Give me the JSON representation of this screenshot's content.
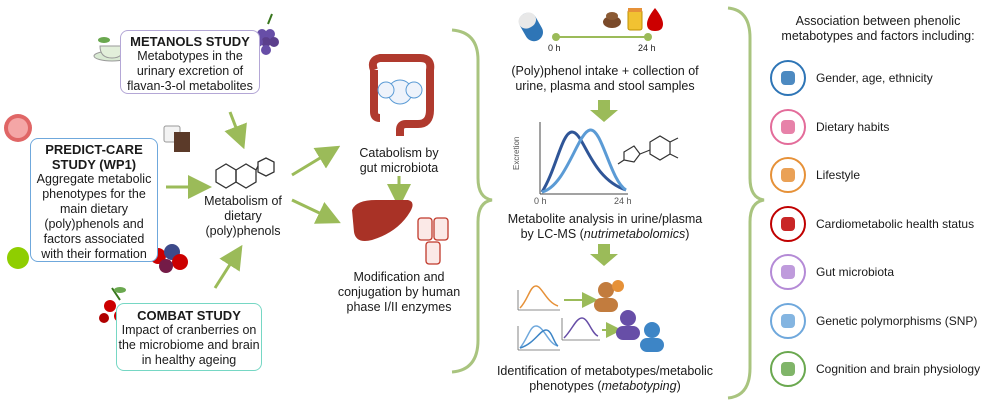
{
  "studies": {
    "metanols": {
      "title": "METANOLS STUDY",
      "desc": "Metabotypes in the urinary excretion of flavan-3-ol metabolites"
    },
    "predict": {
      "title": "PREDICT-CARE STUDY (WP1)",
      "desc": "Aggregate metabolic phenotypes for the main dietary (poly)phenols and factors associated with their formation"
    },
    "combat": {
      "title": "COMBAT STUDY",
      "desc": "Impact of cranberries on the microbiome and brain in healthy ageing"
    }
  },
  "metabolism": {
    "dietary": "Metabolism of dietary (poly)phenols",
    "catabolism": "Catabolism by gut microbiota",
    "modification": "Modification and conjugation by human phase I/II enzymes"
  },
  "workflow": {
    "time_start": "0 h",
    "time_end": "24 h",
    "intake": "(Poly)phenol intake + collection of urine, plasma and stool samples",
    "analysis_pre": "Metabolite analysis in urine/plasma by LC-MS (",
    "analysis_em": "nutrimetabolomics",
    "analysis_post": ")",
    "chart_ylabel": "Excretion",
    "identification_pre": "Identification of metabotypes/metabolic phenotypes (",
    "identification_em": "metabotyping",
    "identification_post": ")"
  },
  "association": {
    "heading": "Association between phenolic metabotypes and factors including:",
    "factors": [
      {
        "label": "Gender, age, ethnicity",
        "icon": "person-info-icon",
        "color": "#2e75b6"
      },
      {
        "label": "Dietary habits",
        "icon": "plate-cutlery-icon",
        "color": "#e36c9a"
      },
      {
        "label": "Lifestyle",
        "icon": "clipboard-icon",
        "color": "#e69138"
      },
      {
        "label": "Cardiometabolic health status",
        "icon": "heart-pulse-icon",
        "color": "#c00000"
      },
      {
        "label": "Gut microbiota",
        "icon": "bacteria-icon",
        "color": "#b48ad6"
      },
      {
        "label": "Genetic polymorphisms (SNP)",
        "icon": "dna-icon",
        "color": "#6fa8dc"
      },
      {
        "label": "Cognition and brain physiology",
        "icon": "brain-icon",
        "color": "#6aa84f"
      }
    ]
  },
  "colors": {
    "arrow": "#9bbb59",
    "metanols_border": "#b4a7d6",
    "predict_border": "#6fa8dc",
    "combat_border": "#76d7c4",
    "brace": "#a9c47f"
  }
}
